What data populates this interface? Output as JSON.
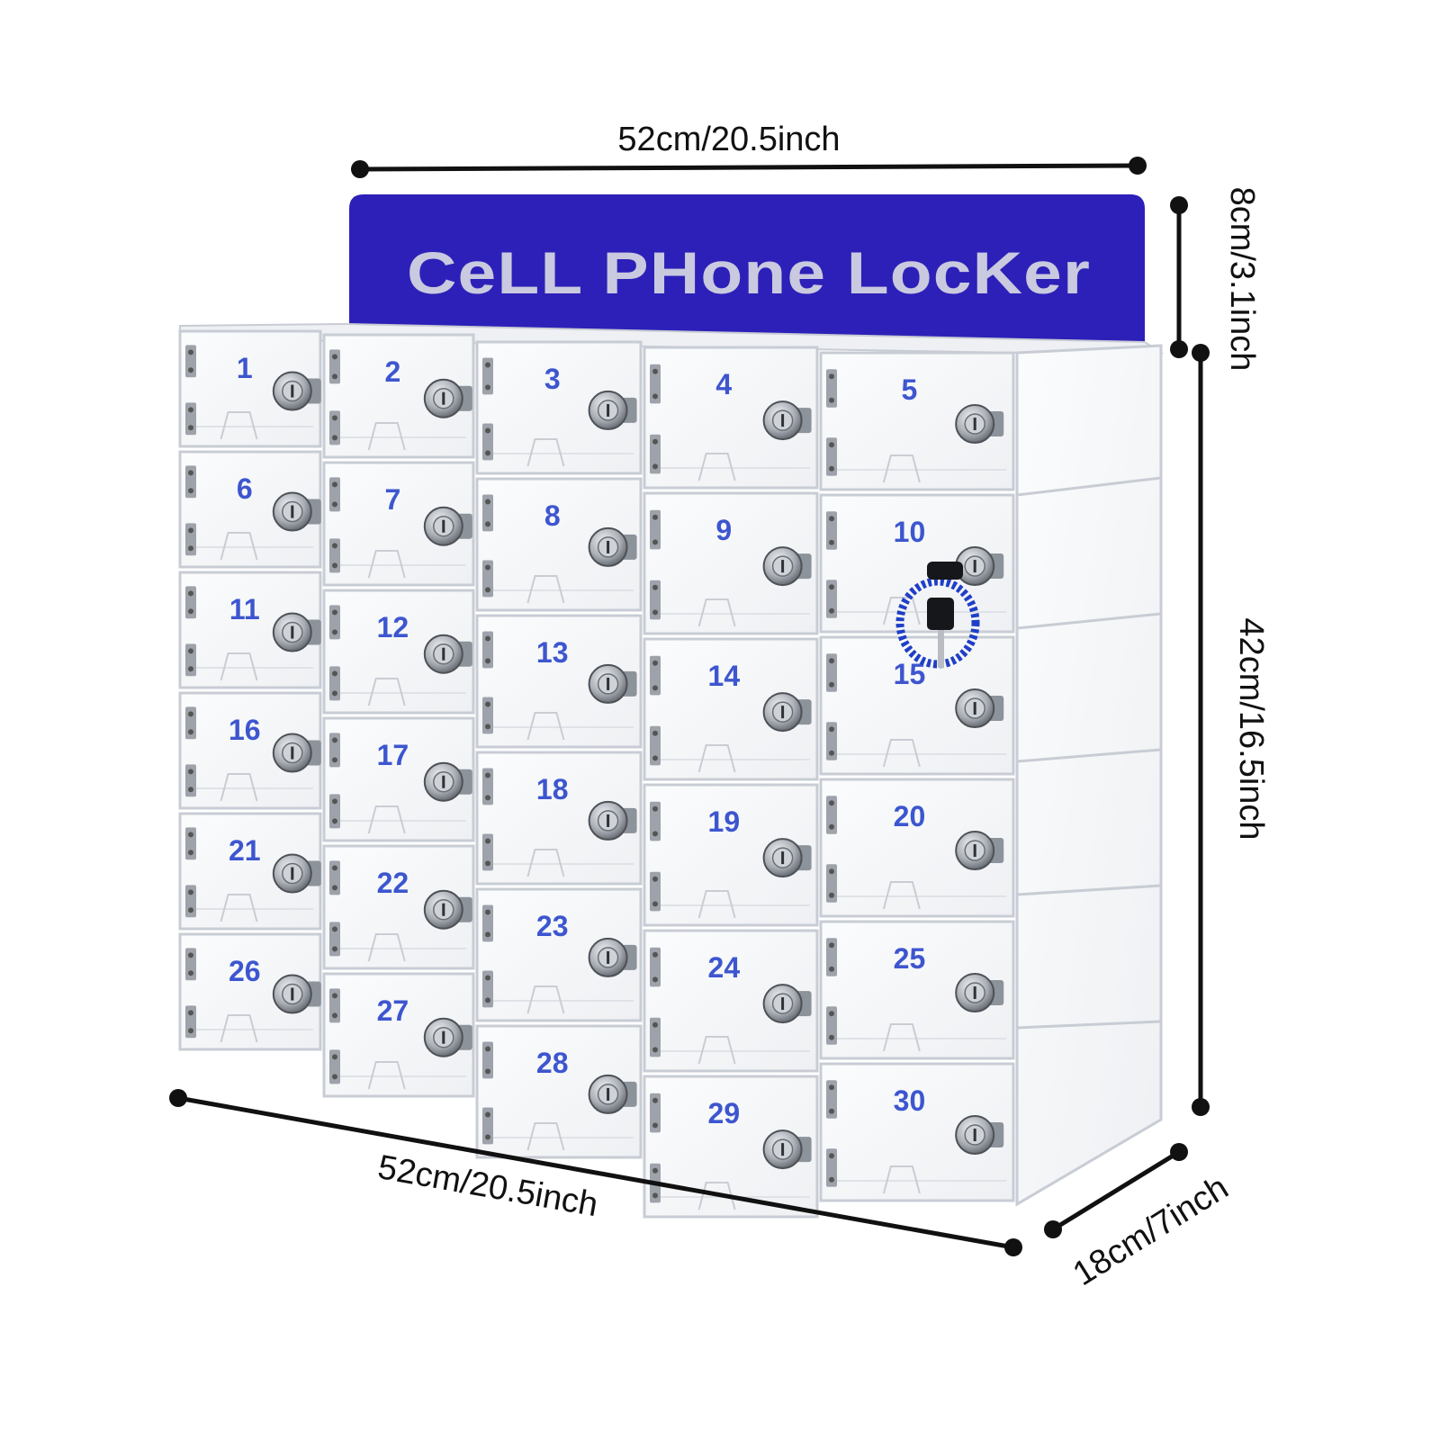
{
  "sign": {
    "title": "CeLL PHone LocKer",
    "background_color": "#2d20b8",
    "text_color": "#c9c9df"
  },
  "dimensions": {
    "top_width": "52cm/20.5inch",
    "sign_height": "8cm/3.1inch",
    "cabinet_height": "42cm/16.5inch",
    "bottom_width": "52cm/20.5inch",
    "depth": "18cm/7inch"
  },
  "grid": {
    "rows": 6,
    "columns": 5
  },
  "lockers": [
    "1",
    "2",
    "3",
    "4",
    "5",
    "6",
    "7",
    "8",
    "9",
    "10",
    "11",
    "12",
    "13",
    "14",
    "15",
    "16",
    "17",
    "18",
    "19",
    "20",
    "21",
    "22",
    "23",
    "24",
    "25",
    "26",
    "27",
    "28",
    "29",
    "30"
  ],
  "colors": {
    "number": "#3d56cf",
    "acrylic_edge": "#c8ccd4",
    "hinge": "#9ea3ab",
    "lock": "#8d939b",
    "key_coil": "#1f3fc6",
    "dimension_line": "#111111"
  },
  "icons": [
    "cam-lock-icon",
    "hinge-icon",
    "key-icon",
    "coil-keyring-icon"
  ]
}
